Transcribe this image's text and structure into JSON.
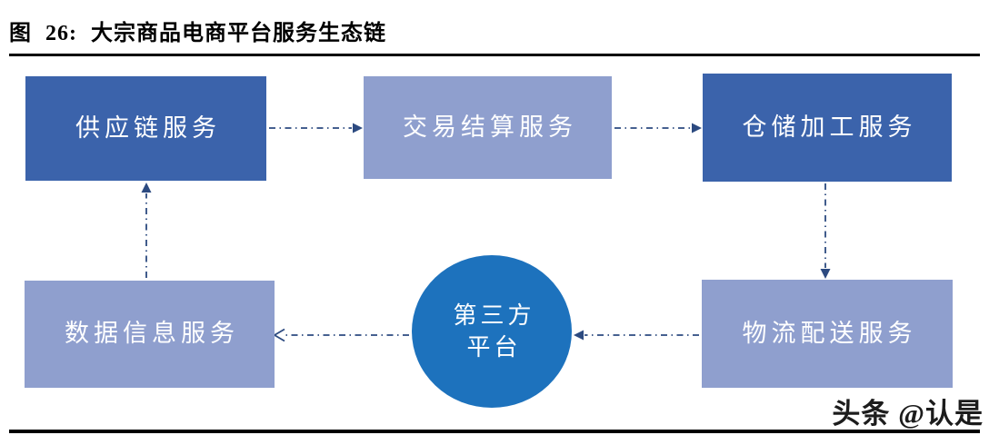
{
  "figure": {
    "title": "图 26: 大宗商品电商平台服务生态链",
    "watermark": "头条 @认是"
  },
  "colors": {
    "dark_box": "#3B63AB",
    "light_box": "#8F9FCE",
    "circle": "#1D72BD",
    "arrow": "#2C4A80",
    "box_text": "#FFFFFF",
    "title_text": "#000000",
    "rule": "#000000"
  },
  "diagram": {
    "nodes": [
      {
        "id": "supply-chain",
        "label": "供应链服务",
        "shape": "rect",
        "variant": "dark"
      },
      {
        "id": "settlement",
        "label": "交易结算服务",
        "shape": "rect",
        "variant": "light"
      },
      {
        "id": "warehousing",
        "label": "仓储加工服务",
        "shape": "rect",
        "variant": "dark"
      },
      {
        "id": "data-info",
        "label": "数据信息服务",
        "shape": "rect",
        "variant": "light"
      },
      {
        "id": "platform",
        "label": "第三方平台",
        "label_lines": [
          "第三方",
          "平台"
        ],
        "shape": "circle",
        "variant": "circle"
      },
      {
        "id": "logistics",
        "label": "物流配送服务",
        "shape": "rect",
        "variant": "light"
      }
    ],
    "edges": [
      {
        "from": "supply-chain",
        "to": "settlement",
        "style": "dash-dot",
        "head": "solid-triangle"
      },
      {
        "from": "settlement",
        "to": "warehousing",
        "style": "dash-dot",
        "head": "solid-triangle"
      },
      {
        "from": "warehousing",
        "to": "logistics",
        "style": "dash-dot",
        "head": "solid-triangle"
      },
      {
        "from": "logistics",
        "to": "platform",
        "style": "dash-dot",
        "head": "solid-triangle"
      },
      {
        "from": "platform",
        "to": "data-info",
        "style": "dash-dot",
        "head": "open-chevron"
      },
      {
        "from": "data-info",
        "to": "supply-chain",
        "style": "dash-dot",
        "head": "solid-triangle"
      }
    ]
  }
}
